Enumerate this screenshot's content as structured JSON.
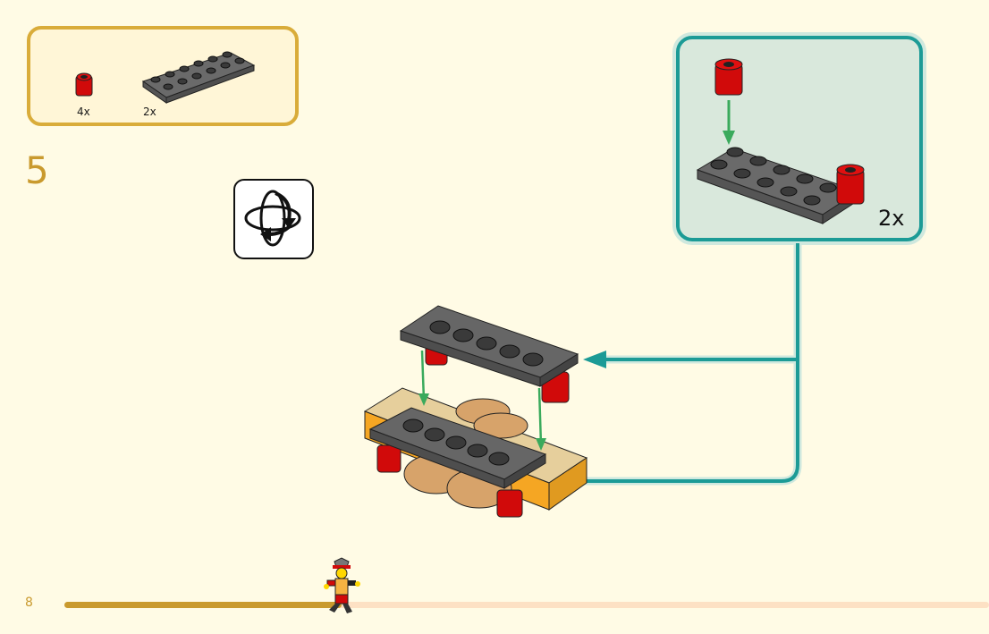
{
  "page": {
    "page_number": "8",
    "step_number": "5",
    "progress_fraction": 0.3
  },
  "parts_list": {
    "items": [
      {
        "name": "red-round-brick-1x1",
        "color": "#d10a0a",
        "quantity": "4x"
      },
      {
        "name": "dark-gray-plate-2x6",
        "color": "#5a5a5a",
        "quantity": "2x"
      }
    ]
  },
  "rotate_indicator": {
    "icon": "rotate-model-icon"
  },
  "submodel_callout": {
    "quantity": "2x",
    "border_color": "#1c9b96",
    "background_color": "#d9e8dc"
  },
  "colors": {
    "background": "#fffbe5",
    "parts_border": "#d9ac3a",
    "step_number": "#c99a2e",
    "progress_fill": "#c99a2e",
    "progress_track": "#fde1c4",
    "arrow_teal": "#1c9b96",
    "arrow_green": "#3aaa5c"
  }
}
